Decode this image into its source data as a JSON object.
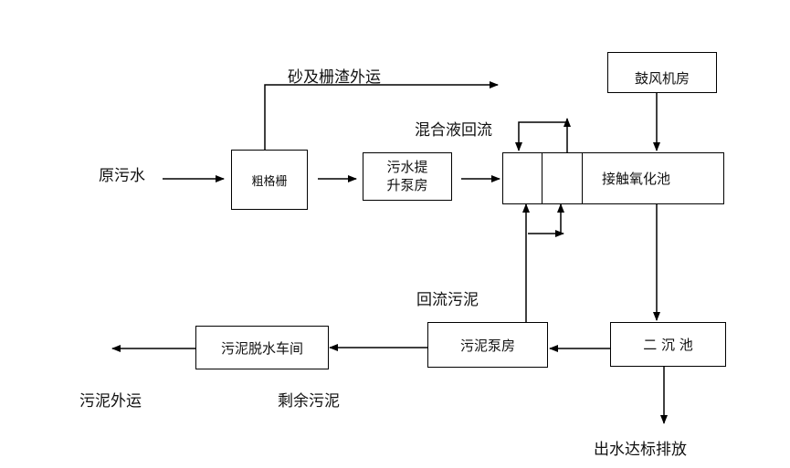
{
  "labels": {
    "raw_water": "原污水",
    "sand_residue": "砂及栅渣外运",
    "mixed_liquor_return": "混合液回流",
    "return_sludge": "回流污泥",
    "sludge_out": "污泥外运",
    "excess_sludge": "剩余污泥",
    "effluent": "出水达标排放"
  },
  "boxes": {
    "coarse_screen": "粗格栅",
    "pump_room_line1": "污水提",
    "pump_room_line2": "升泵房",
    "blower_room": "鼓风机房",
    "contact_oxidation": "接触氧化池",
    "secondary_clarifier": "二 沉 池",
    "sludge_pump_room": "污泥泵房",
    "sludge_dewatering": "污泥脱水车间"
  }
}
